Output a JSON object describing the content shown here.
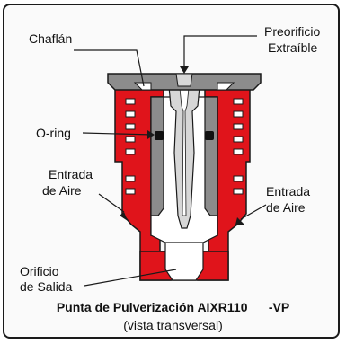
{
  "labels": {
    "chaflan": "Chaflán",
    "preorificio_1": "Preorificio",
    "preorificio_2": "Extraíble",
    "oring": "O-ring",
    "entrada_left_1": "Entrada",
    "entrada_left_2": "de Aire",
    "entrada_right_1": "Entrada",
    "entrada_right_2": "de Aire",
    "orificio_1": "Orificio",
    "orificio_2": "de Salida"
  },
  "caption": {
    "title": "Punta de Pulverización AIXR110___-VP",
    "subtitle": "(vista transversal)"
  },
  "colors": {
    "body_red": "#e0141b",
    "cap_gray": "#8c8c8c",
    "insert_light": "#d7d7d7",
    "insert_dark": "#7a7a7a",
    "outline": "#1a1a1a"
  }
}
